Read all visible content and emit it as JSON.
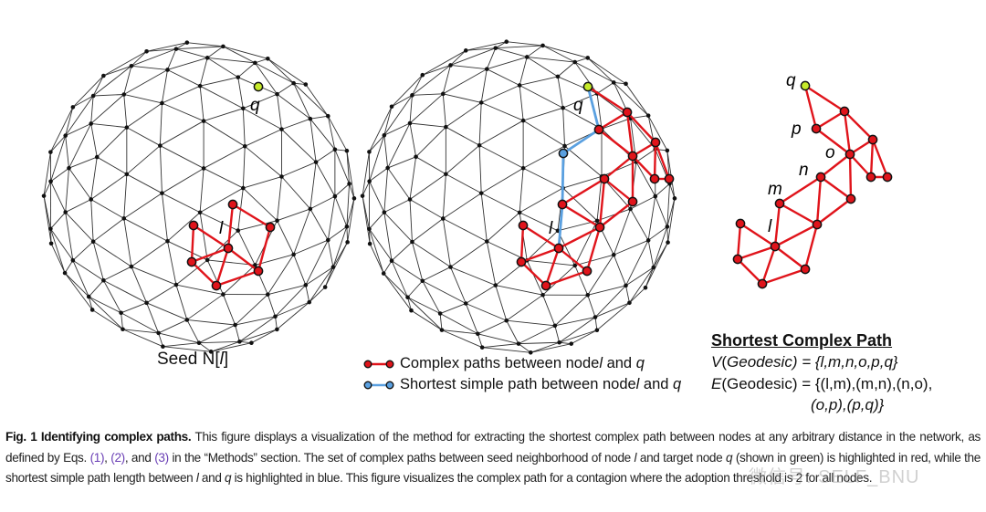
{
  "colors": {
    "complex": "#e0141b",
    "shortest": "#5aa0e0",
    "target": "#c6ea2a",
    "mesh": "#333333",
    "ref": "#6a3fb5"
  },
  "panels": {
    "left": {
      "node_labels": {
        "target": "q",
        "seed": "l"
      },
      "caption": "Seed N[",
      "caption_var": "l",
      "caption_end": "]"
    },
    "middle": {
      "node_labels": {
        "target": "q",
        "seed": "l"
      }
    },
    "right": {
      "node_labels": {
        "q": "q",
        "p": "p",
        "o": "o",
        "n": "n",
        "m": "m",
        "l": "l"
      }
    }
  },
  "legend": [
    {
      "icon": "red-edge-icon",
      "text": "Complex paths between node ",
      "var1": "l",
      "mid": " and ",
      "var2": "q"
    },
    {
      "icon": "blue-edge-icon",
      "text": "Shortest simple path between node ",
      "var1": "l",
      "mid": " and ",
      "var2": "q"
    }
  ],
  "shortest_complex_path": {
    "title": "Shortest Complex Path",
    "v_line": {
      "sym": "V",
      "arg": "Geodesic",
      "rest": ") = {l,m,n,o,p,q}"
    },
    "e_line": {
      "sym": "E",
      "arg": "(Geodesic) = {(l,m),(m,n),(n,o),",
      "cont": "(o,p),(p,q)}"
    }
  },
  "caption": {
    "label": "Fig. 1 Identifying complex paths.",
    "t1": " This figure displays a visualization of the method for extracting the shortest complex path between nodes at any arbitrary distance in the network, as defined by Eqs. ",
    "r1": "(1)",
    "t2": ", ",
    "r2": "(2)",
    "t3": ", and ",
    "r3": "(3)",
    "t4": " in the “Methods” section. The set of complex paths between seed neighborhood of node ",
    "v1": "l",
    "t5": " and target node ",
    "v2": "q",
    "t6": " (shown in green) is highlighted in red, while the shortest simple path length between ",
    "v3": "l",
    "t7": " and ",
    "v4": "q",
    "t8": " is highlighted in blue. This figure visualizes the complex path for a contagion where the adoption threshold is 2 for all nodes."
  },
  "watermark": "微信号: SELF_BNU"
}
